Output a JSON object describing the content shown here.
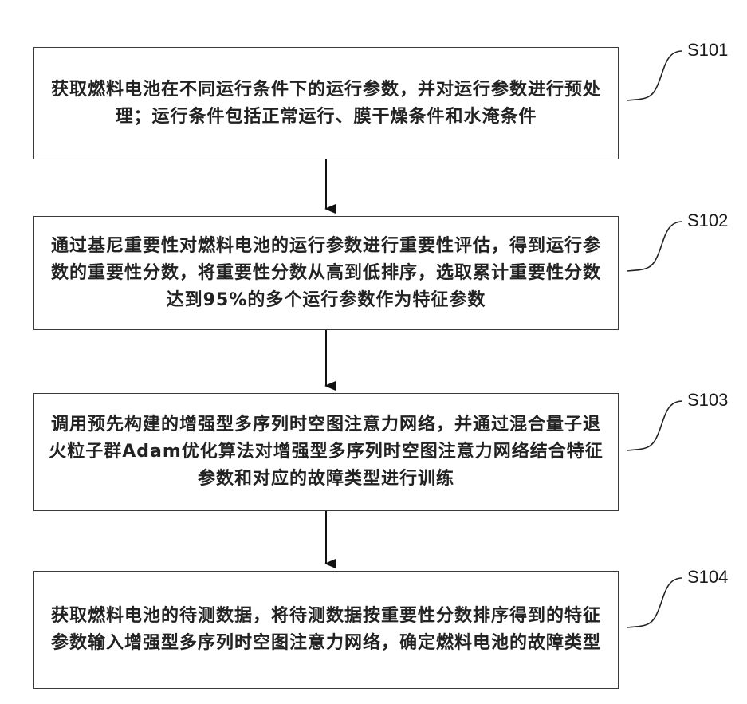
{
  "steps": [
    {
      "id": "S101",
      "label": "S101",
      "text": "获取燃料电池在不同运行条件下的运行参数，并对运行参数进行预处理；运行条件包括正常运行、膜干燥条件和水淹条件"
    },
    {
      "id": "S102",
      "label": "S102",
      "text": "通过基尼重要性对燃料电池的运行参数进行重要性评估，得到运行参数的重要性分数，将重要性分数从高到低排序，选取累计重要性分数达到95%的多个运行参数作为特征参数"
    },
    {
      "id": "S103",
      "label": "S103",
      "text": "调用预先构建的增强型多序列时空图注意力网络，并通过混合量子退火粒子群Adam优化算法对增强型多序列时空图注意力网络结合特征参数和对应的故障类型进行训练"
    },
    {
      "id": "S104",
      "label": "S104",
      "text": "获取燃料电池的待测数据，将待测数据按重要性分数排序得到的特征参数输入增强型多序列时空图注意力网络，确定燃料电池的故障类型"
    }
  ],
  "colors": {
    "border": "#3a3a3a",
    "text": "#222222",
    "arrow": "#111111"
  }
}
